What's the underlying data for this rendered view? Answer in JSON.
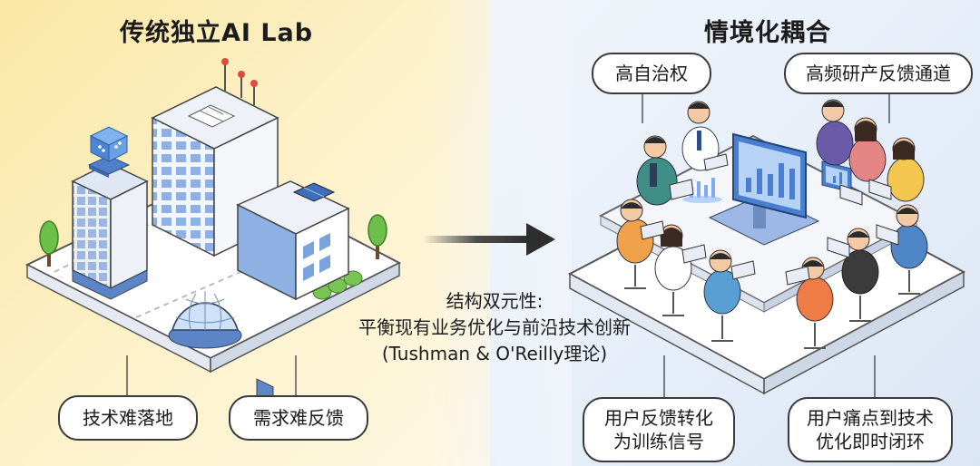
{
  "left": {
    "title": "传统独立AI Lab",
    "labels": [
      "技术难落地",
      "需求难反馈"
    ]
  },
  "right": {
    "title": "情境化耦合",
    "top_labels": [
      "高自治权",
      "高频研产反馈通道"
    ],
    "bottom_labels": [
      {
        "line1": "用户反馈转化",
        "line2": "为训练信号"
      },
      {
        "line1": "用户痛点到技术",
        "line2": "优化即时闭环"
      }
    ]
  },
  "center": {
    "line1": "结构双元性:",
    "line2": "平衡现有业务优化与前沿技术创新",
    "line3": "(Tushman & O'Reilly理论)"
  },
  "colors": {
    "left_bg": "#fbe7a6",
    "right_bg": "#e6eef9",
    "building_blue": "#5b84c9",
    "arrow": "#3a3a3a"
  }
}
